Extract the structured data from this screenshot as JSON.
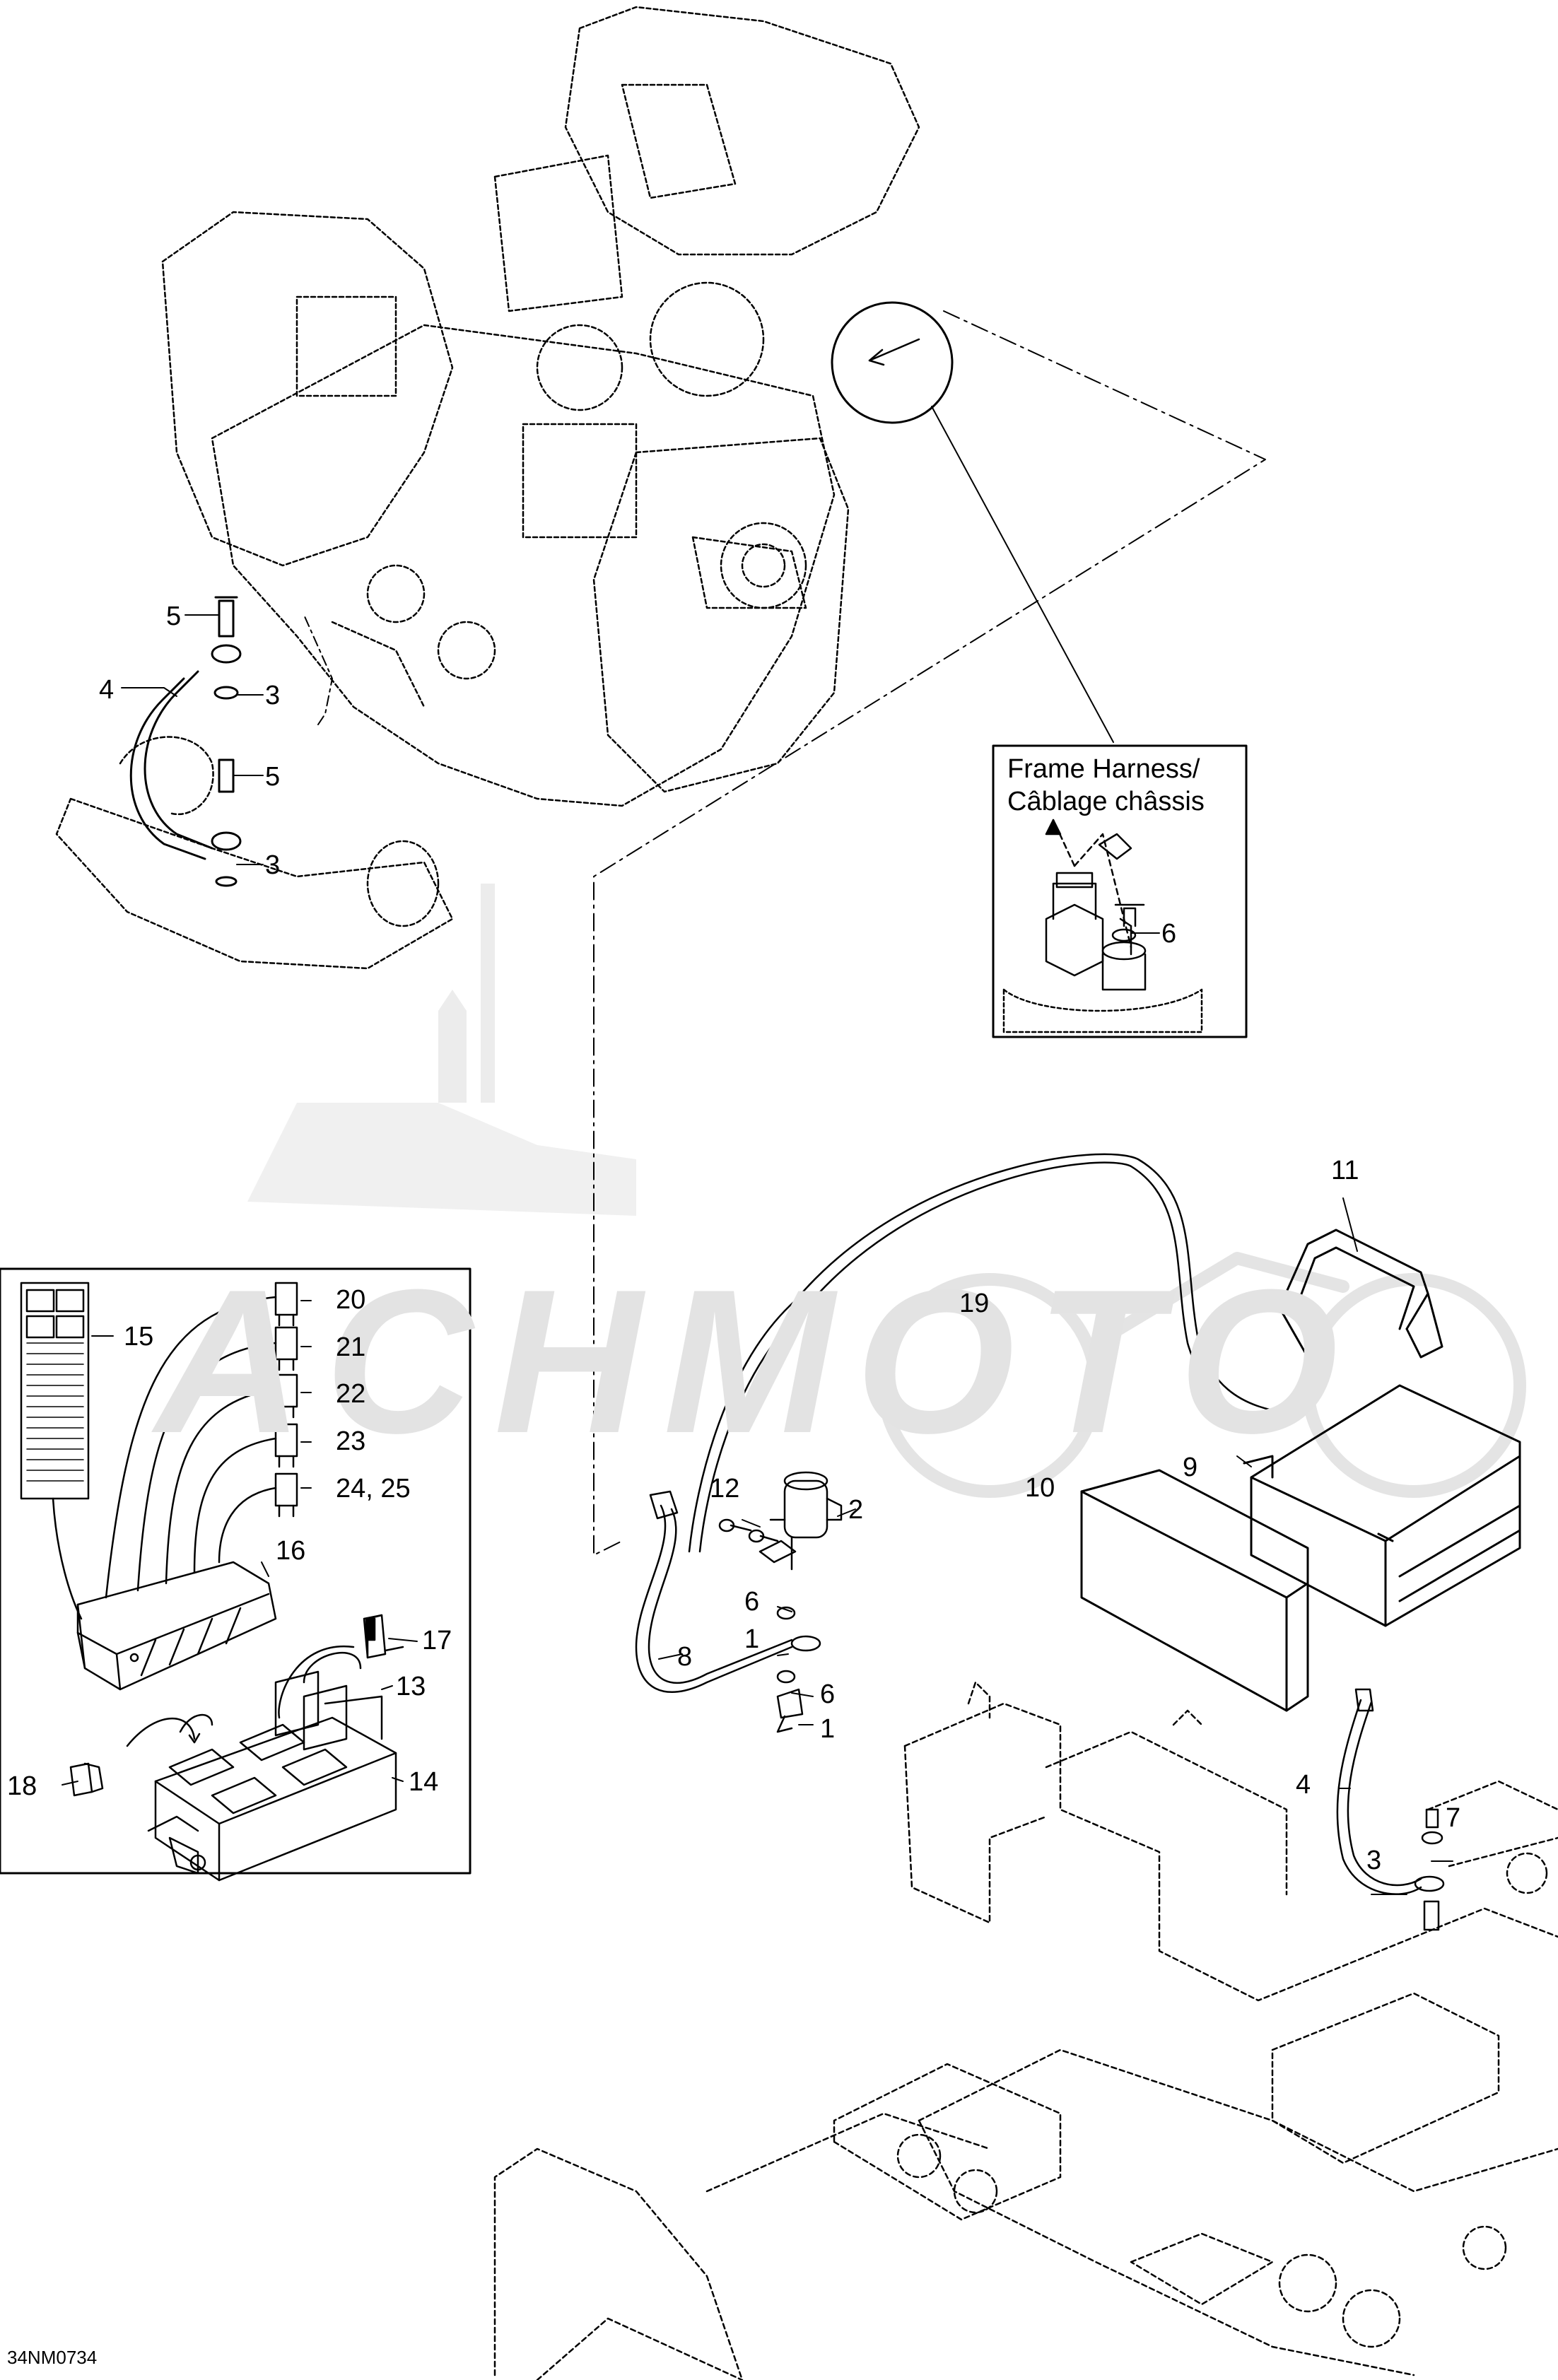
{
  "watermark": {
    "text": "ACHMOTO"
  },
  "inset": {
    "title_line1": "Frame Harness/",
    "title_line2": "Câblage châssis"
  },
  "callouts": {
    "c1": "1",
    "c1b": "1",
    "c2": "2",
    "c3a": "3",
    "c3b": "3",
    "c3c": "3",
    "c4a": "4",
    "c4b": "4",
    "c5a": "5",
    "c5b": "5",
    "c6inset": "6",
    "c6a": "6",
    "c6b": "6",
    "c7": "7",
    "c8": "8",
    "c9": "9",
    "c10": "10",
    "c11": "11",
    "c12": "12",
    "c13": "13",
    "c14": "14",
    "c15": "15",
    "c16": "16",
    "c17": "17",
    "c18": "18",
    "c19": "19",
    "c20": "20",
    "c21": "21",
    "c22": "22",
    "c23": "23",
    "c2425": "24, 25"
  },
  "diagram_code": "34NM0734"
}
